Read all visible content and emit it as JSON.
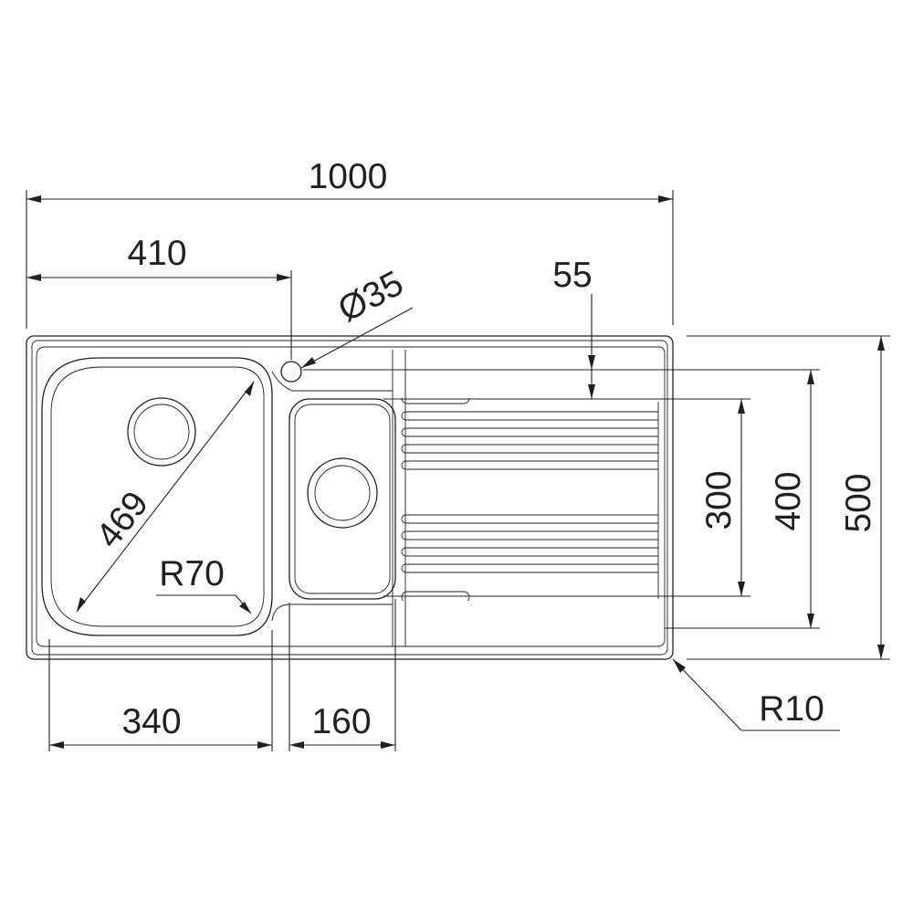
{
  "dimensions": {
    "overall_width": "1000",
    "bowl_offset": "410",
    "tap_hole": "Ø35",
    "drainer_offset": "55",
    "bowl_diagonal": "469",
    "bowl_radius": "R70",
    "main_bowl_width": "340",
    "small_bowl_width": "160",
    "corner_radius": "R10",
    "drainer_height": "300",
    "bowl_height": "400",
    "overall_depth": "500"
  }
}
